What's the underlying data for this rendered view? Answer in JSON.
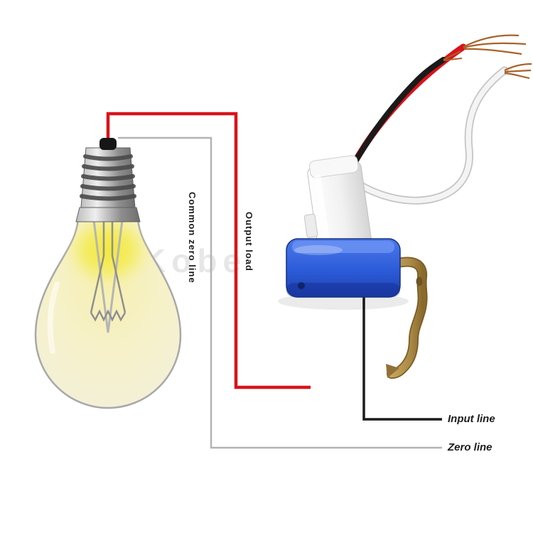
{
  "labels": {
    "common_zero_line": "Common zero line",
    "output_load": "Output load",
    "input_line": "Input line",
    "zero_line": "Zero line"
  },
  "watermark": "Kobe",
  "components": {
    "bulb": "light-bulb",
    "switch": "photocell-auto-switch",
    "bracket": "mounting-bracket"
  },
  "colors": {
    "red_wire": "#d9131a",
    "black_wire": "#1a1a1a",
    "white_wire": "#f4f4f4",
    "white_wire_edge": "#c4c4c4",
    "copper": "#a8632b",
    "leader_gray": "#b3b3b3",
    "device_blue": "#2c5bd9",
    "bracket_brass": "#ab8a47",
    "bulb_glow": "#f2e838",
    "label_color": "#1d1d1d",
    "watermark_color": "#8a8a8a"
  }
}
